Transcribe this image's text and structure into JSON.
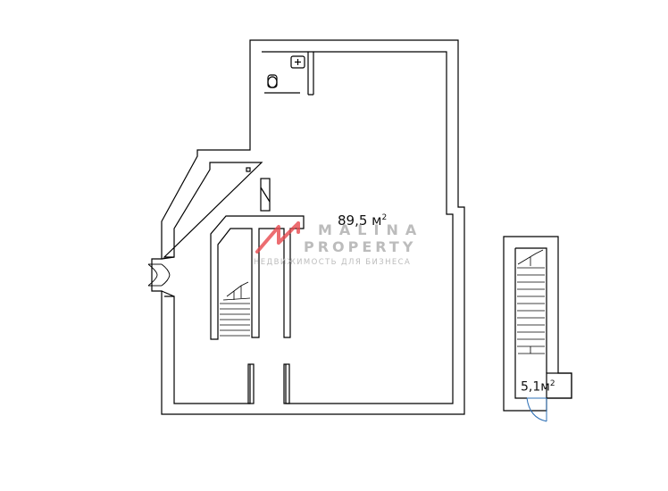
{
  "plan": {
    "main_area": {
      "value": "89,5 м",
      "sup": "2"
    },
    "stair_area": {
      "value": "5,1м",
      "sup": "2"
    }
  },
  "watermark": {
    "brand_line1": "MALINA",
    "brand_line2": "PROPERTY",
    "tagline": "НЕДВИЖИМОСТЬ ДЛЯ БИЗНЕСА",
    "logo_color": "#e84a4f",
    "text_color": "#b9b9b9"
  },
  "colors": {
    "wall": "#000000",
    "wall_fill": "#ffffff",
    "door": "#2d6fb5"
  }
}
